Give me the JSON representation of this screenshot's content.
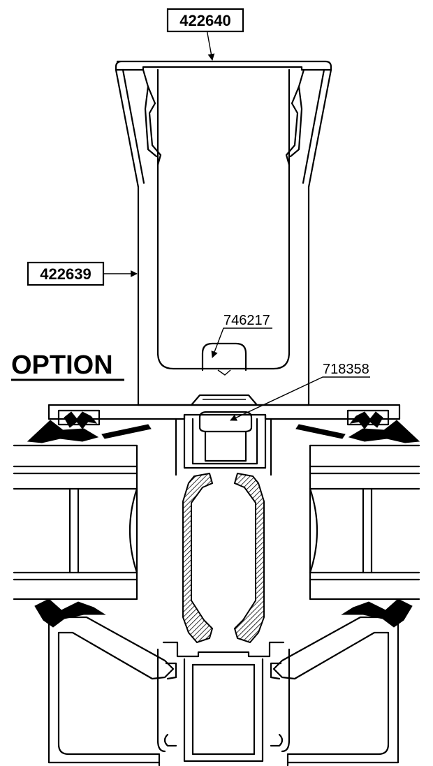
{
  "labels": {
    "top_part": "422640",
    "side_part": "422639",
    "option": "OPTION",
    "insert_part": "746217",
    "clip_part": "718358"
  }
}
